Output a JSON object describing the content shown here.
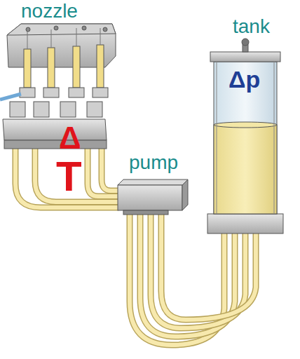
{
  "diagram": {
    "labels": [
      "nozzle",
      "tank",
      "pump",
      "Δ",
      "T",
      "Δp"
    ]
  }
}
